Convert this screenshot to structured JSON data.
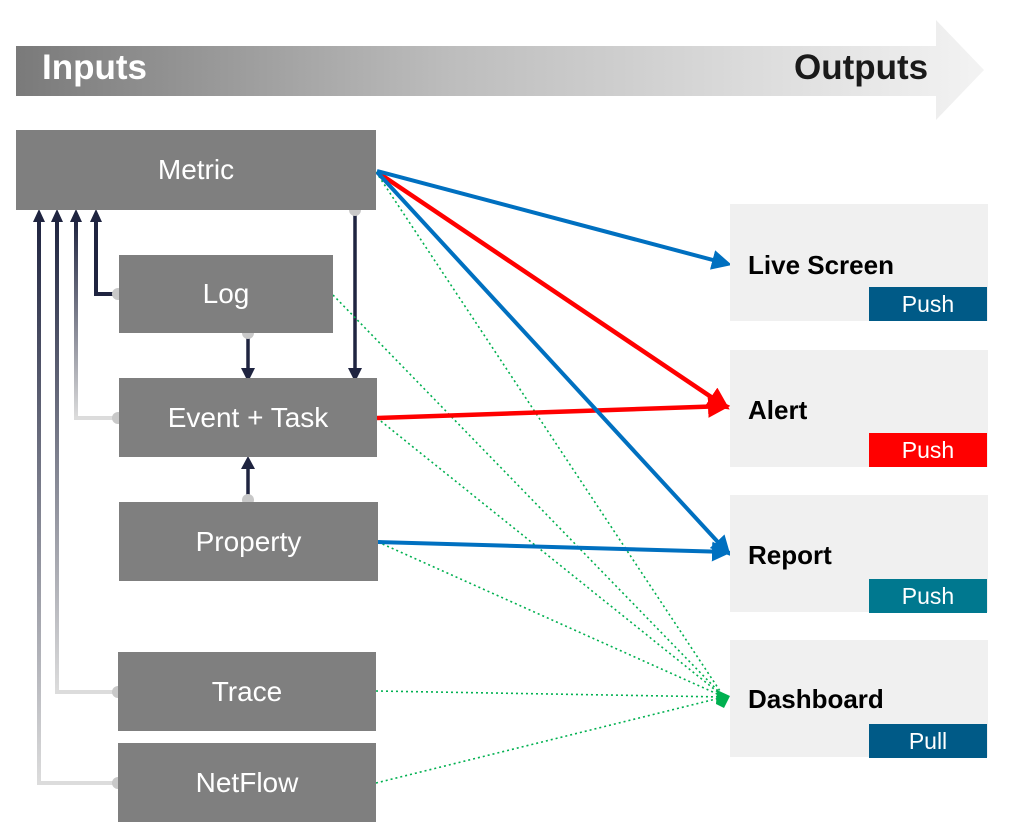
{
  "header": {
    "left_label": "Inputs",
    "right_label": "Outputs"
  },
  "inputs": {
    "metric": "Metric",
    "log": "Log",
    "event_task": "Event + Task",
    "property": "Property",
    "trace": "Trace",
    "netflow": "NetFlow"
  },
  "outputs": {
    "live_screen": {
      "title": "Live Screen",
      "badge": "Push",
      "badge_color": "#005a87"
    },
    "alert": {
      "title": "Alert",
      "badge": "Push",
      "badge_color": "#ff0000"
    },
    "report": {
      "title": "Report",
      "badge": "Push",
      "badge_color": "#00788f"
    },
    "dashboard": {
      "title": "Dashboard",
      "badge": "Pull",
      "badge_color": "#005a87"
    }
  },
  "colors": {
    "input_box": "#7f7f7f",
    "output_box": "#f0f0f0",
    "blue_flow": "#0070c0",
    "red_flow": "#ff0000",
    "green_flow": "#00b050",
    "dark_arrow": "#1f2440"
  }
}
